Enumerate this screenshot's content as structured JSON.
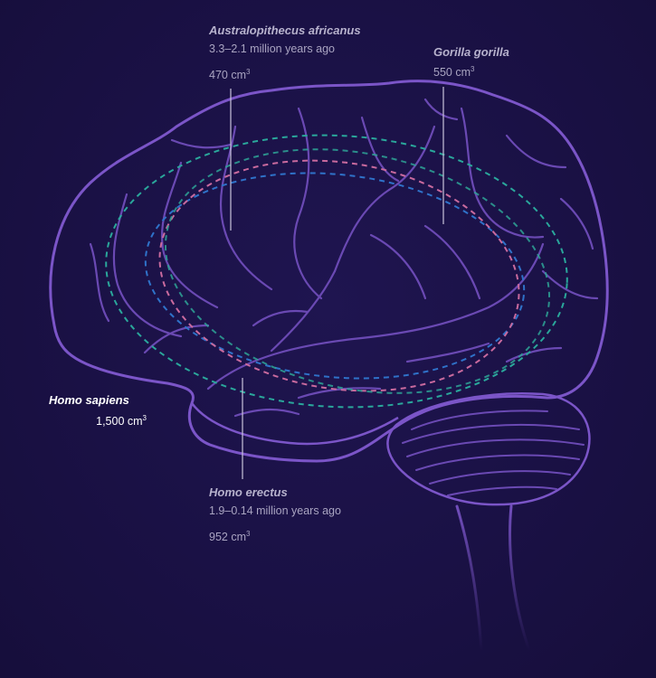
{
  "labels": {
    "australopithecus": {
      "name": "Australopithecus africanus",
      "years": "3.3–2.1 million years ago",
      "volume": "470 cm",
      "unit_power": "3"
    },
    "gorilla": {
      "name": "Gorilla gorilla",
      "volume": "550 cm",
      "unit_power": "3"
    },
    "homo_sapiens": {
      "name": "Homo sapiens",
      "volume": "1,500 cm",
      "unit_power": "3"
    },
    "homo_erectus": {
      "name": "Homo erectus",
      "years": "1.9–0.14 million years ago",
      "volume": "952 cm",
      "unit_power": "3"
    }
  },
  "colors": {
    "background": "#1a1145",
    "brain_outline": "#7b55c8",
    "brain_fold": "#6a49b3",
    "outline_homo_sapiens": "#2aa79b",
    "outline_homo_erectus": "#2f72c9",
    "outline_australopithecus": "#c96a9e",
    "outline_gorilla": "#2ea596",
    "leader_line": "#c9c4db"
  }
}
